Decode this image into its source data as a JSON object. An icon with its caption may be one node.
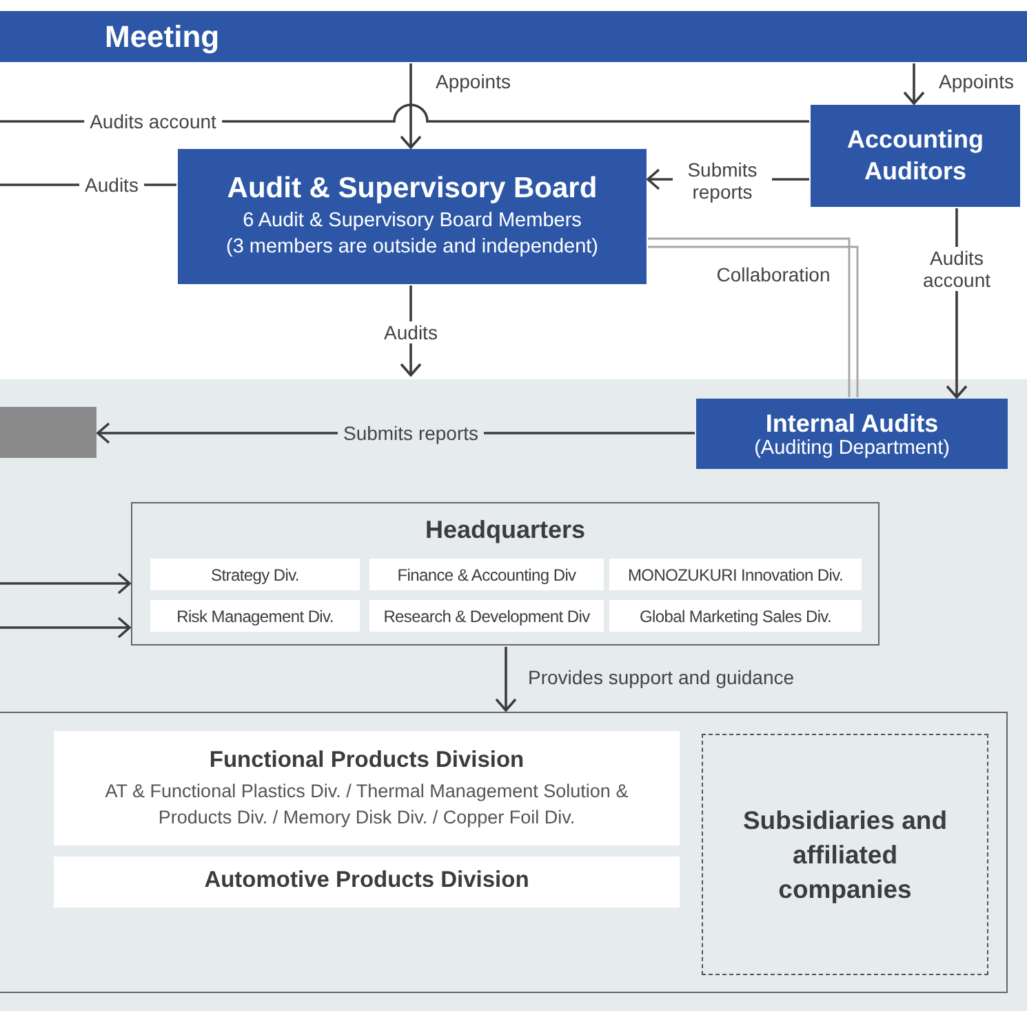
{
  "diagram": {
    "nodes": [
      {
        "text": [
          "Meeting"
        ]
      },
      {
        "text": [
          "Audit & Supervisory Board",
          "6 Audit & Supervisory Board Members",
          "(3 members are outside and independent)"
        ]
      },
      {
        "text": [
          "Accounting Auditors"
        ]
      },
      {
        "text": [
          "Internal Audits",
          "(Auditing Department)"
        ]
      },
      {
        "text": [],
        "shape": "box"
      },
      {
        "text": [
          "Headquarters"
        ]
      },
      {
        "text": [
          "Strategy Div."
        ],
        "in": 5
      },
      {
        "text": [
          "Finance & Accounting Div"
        ],
        "in": 5
      },
      {
        "text": [
          "MONOZUKURI Innovation Div."
        ],
        "in": 5
      },
      {
        "text": [
          "Risk Management Div."
        ],
        "in": 5
      },
      {
        "text": [
          "Research & Development Div"
        ],
        "in": 5
      },
      {
        "text": [
          "Global Marketing Sales Div."
        ],
        "in": 5
      },
      {
        "text": [],
        "shape": "box"
      },
      {
        "text": [
          "Functional Products Division",
          "AT & Functional Plastics Div. / Thermal Management Solution & Products Div. / Memory Disk Div. / Copper Foil Div."
        ],
        "in": 12
      },
      {
        "text": [
          "Automotive Products Division"
        ],
        "in": 12
      },
      {
        "text": [
          "Subsidiaries and affiliated companies"
        ],
        "in": 12
      }
    ],
    "edges": [
      {
        "from": 0,
        "to": 1,
        "arrow": "to",
        "label": "Appoints"
      },
      {
        "from": 0,
        "to": 2,
        "arrow": "to",
        "label": "Appoints"
      },
      {
        "from": 2,
        "to": null,
        "arrow": "none",
        "label": "Audits account"
      },
      {
        "from": 1,
        "to": null,
        "arrow": "none",
        "label": "Audits"
      },
      {
        "from": 2,
        "to": 1,
        "arrow": "to",
        "label": "Submits reports"
      },
      {
        "from": 1,
        "to": 3,
        "arrow": "none",
        "label": "Collaboration",
        "color": "#a6a6a6"
      },
      {
        "from": 1,
        "to": null,
        "arrow": "to",
        "label": "Audits"
      },
      {
        "from": 2,
        "to": 3,
        "arrow": "to",
        "label": "Audits account"
      },
      {
        "from": 3,
        "to": 4,
        "arrow": "to",
        "label": "Submits reports"
      },
      {
        "from": null,
        "to": 5,
        "arrow": "to"
      },
      {
        "from": null,
        "to": 5,
        "arrow": "to"
      },
      {
        "from": 5,
        "to": 12,
        "arrow": "to",
        "label": "Provides support and guidance"
      }
    ]
  }
}
